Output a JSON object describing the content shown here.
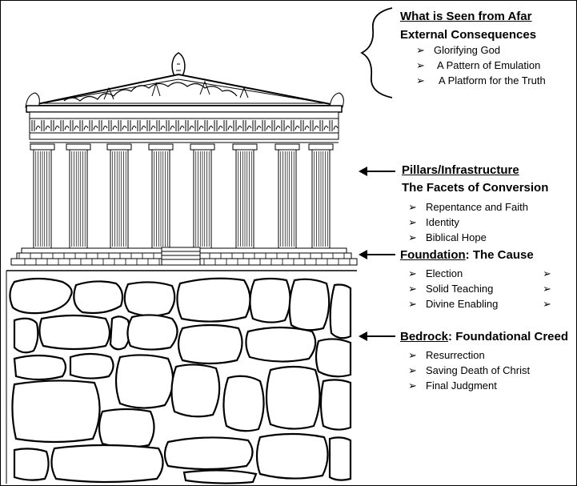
{
  "afar": {
    "title": "What is Seen from Afar",
    "subtitle": "External Consequences",
    "items": [
      "Glorifying God",
      "A Pattern of Emulation",
      "A Platform for the Truth"
    ]
  },
  "pillars": {
    "title": "Pillars/Infrastructure",
    "subtitle": "The Facets of Conversion",
    "items": [
      "Repentance and Faith",
      "Identity",
      "Biblical Hope"
    ]
  },
  "foundation": {
    "title": "Foundation",
    "title_rest": ": The Cause",
    "items": [
      "Election",
      "Solid Teaching",
      "Divine Enabling"
    ]
  },
  "bedrock": {
    "title": "Bedrock",
    "title_rest": ": Foundational Creed",
    "items": [
      "Resurrection",
      "Saving Death of Christ",
      "Final Judgment"
    ]
  },
  "bullet_glyph": "➢",
  "icons": [
    "greek-temple-illustration",
    "bedrock-stones-illustration",
    "left-arrow-icon",
    "curly-brace-icon"
  ]
}
